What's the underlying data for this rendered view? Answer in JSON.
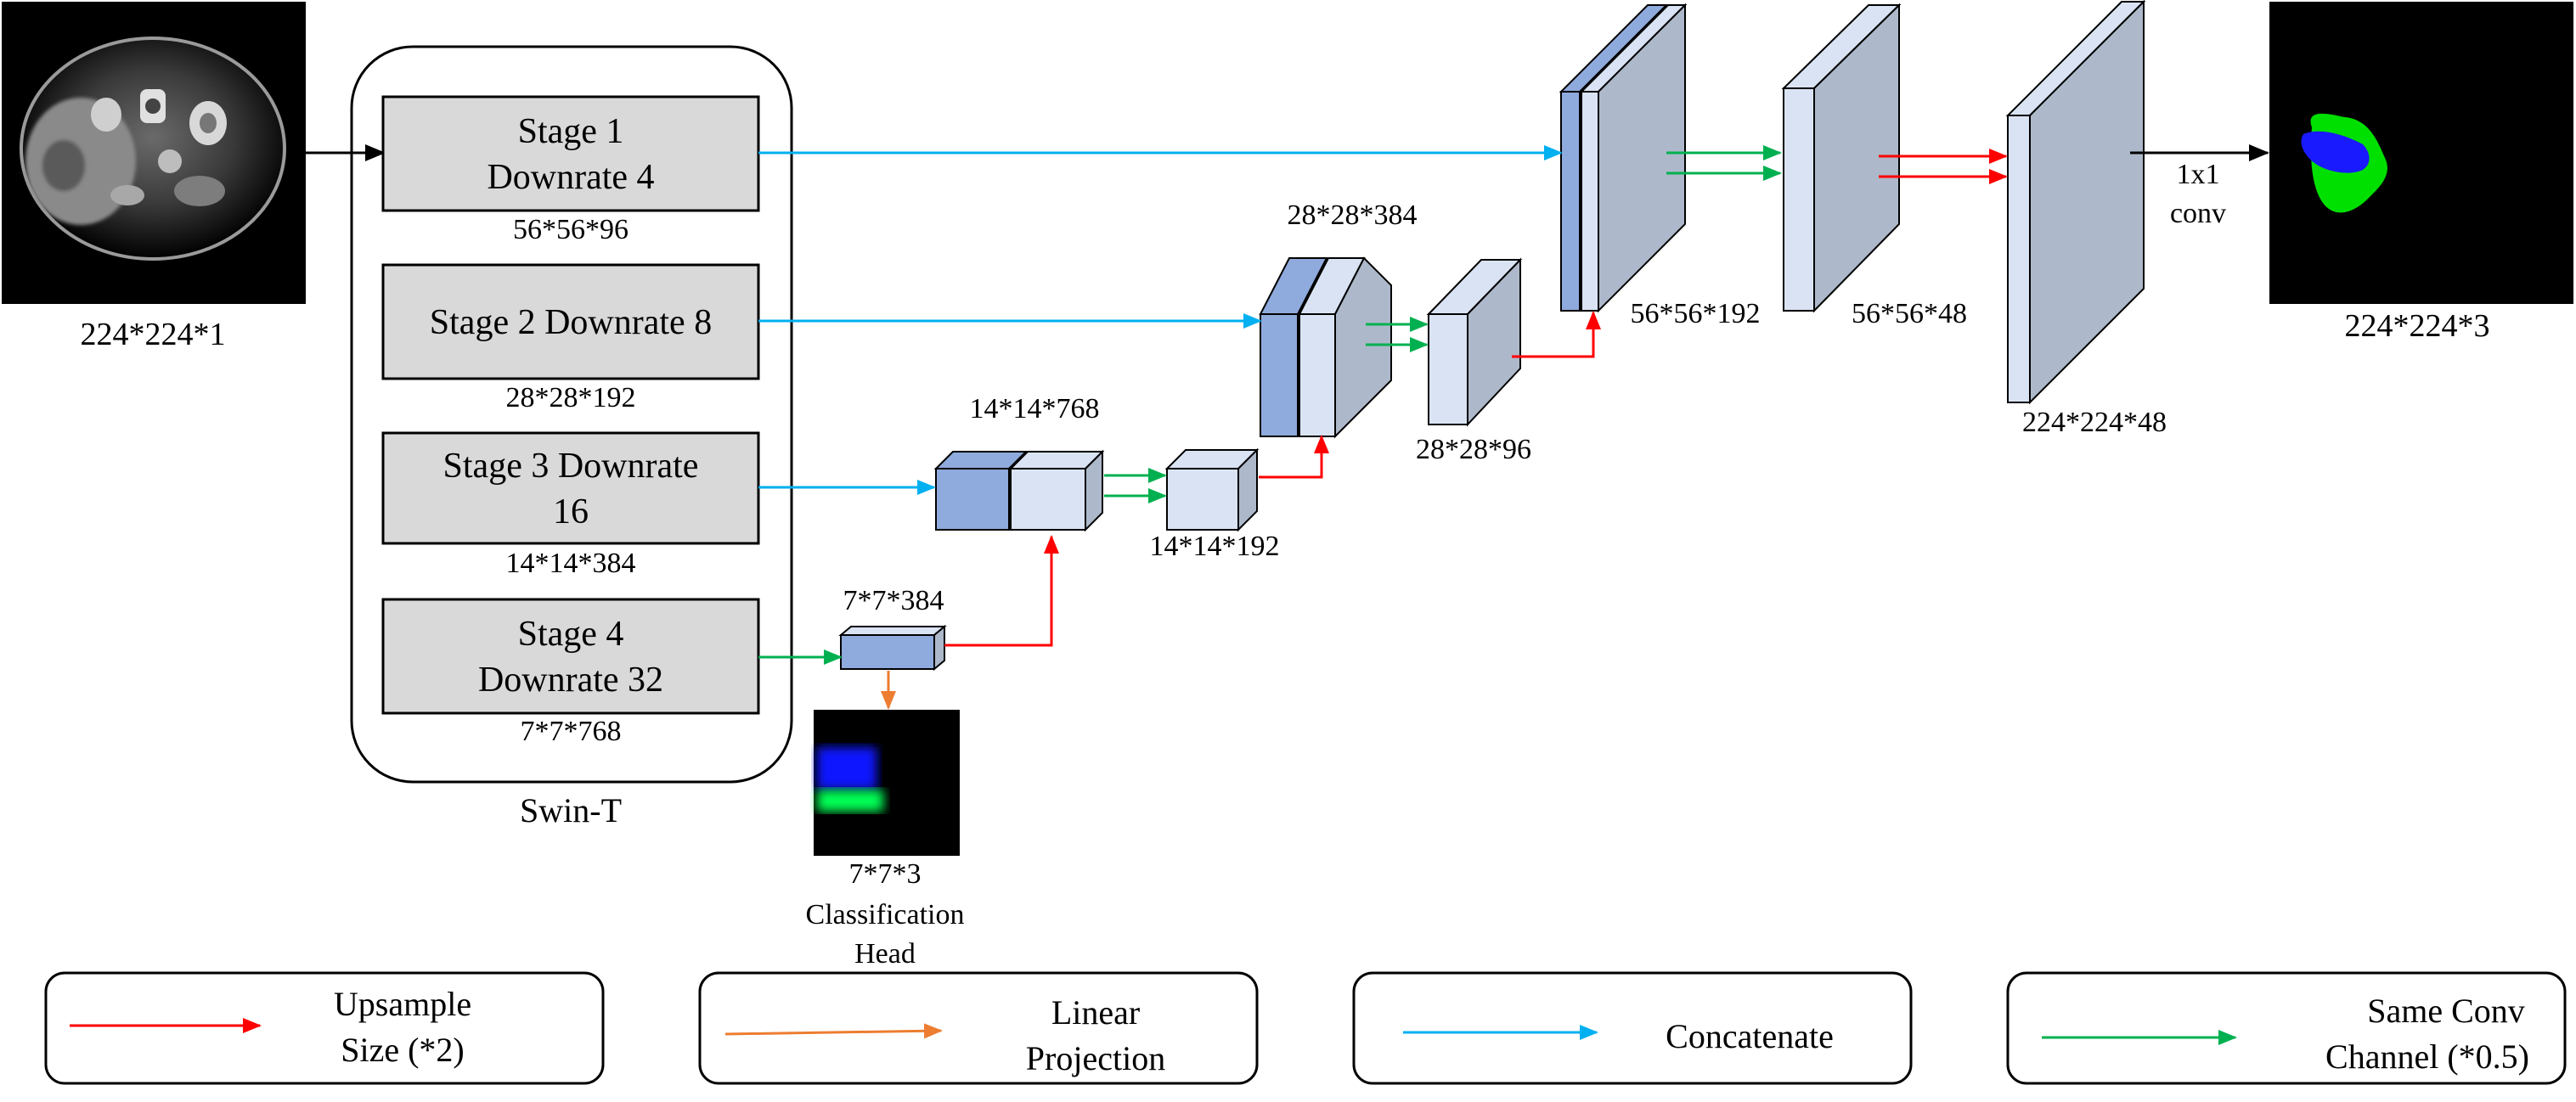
{
  "input": {
    "caption": "224*224*1"
  },
  "encoder": {
    "title": "Swin-T",
    "stages": [
      {
        "line1": "Stage 1",
        "line2": "Downrate 4",
        "dims": "56*56*96"
      },
      {
        "line1": "Stage 2 Downrate 8",
        "line2": "",
        "dims": "28*28*192"
      },
      {
        "line1": "Stage 3 Downrate",
        "line2": "16",
        "dims": "14*14*384"
      },
      {
        "line1": "Stage 4",
        "line2": "Downrate 32",
        "dims": "7*7*768"
      }
    ]
  },
  "decoder": {
    "labels": {
      "d7x384": "7*7*384",
      "d14x768": "14*14*768",
      "d14x192": "14*14*192",
      "d28x384": "28*28*384",
      "d28x96": "28*28*96",
      "d56x192": "56*56*192",
      "d56x48": "56*56*48",
      "d224x48": "224*224*48"
    },
    "conv": {
      "line1": "1x1",
      "line2": "conv"
    }
  },
  "classification": {
    "dims": "7*7*3",
    "line1": "Classification",
    "line2": "Head"
  },
  "output": {
    "caption": "224*224*3"
  },
  "legend": [
    {
      "line1": "Upsample",
      "line2": "Size (*2)",
      "color": "#ff0000"
    },
    {
      "line1": "Linear",
      "line2": "Projection",
      "color": "#ed7d31"
    },
    {
      "line1": "Concatenate",
      "line2": "",
      "color": "#00b0f0"
    },
    {
      "line1": "Same Conv",
      "line2": "Channel (*0.5)",
      "color": "#00b050"
    }
  ],
  "colors": {
    "upsample": "#ff0000",
    "projection": "#ed7d31",
    "concatenate": "#00b0f0",
    "same_conv": "#00b050",
    "stage_fill": "#d9d9d9",
    "block_dark": "#8faadc",
    "block_light": "#dae3f3",
    "block_side": "#adb9ca"
  }
}
